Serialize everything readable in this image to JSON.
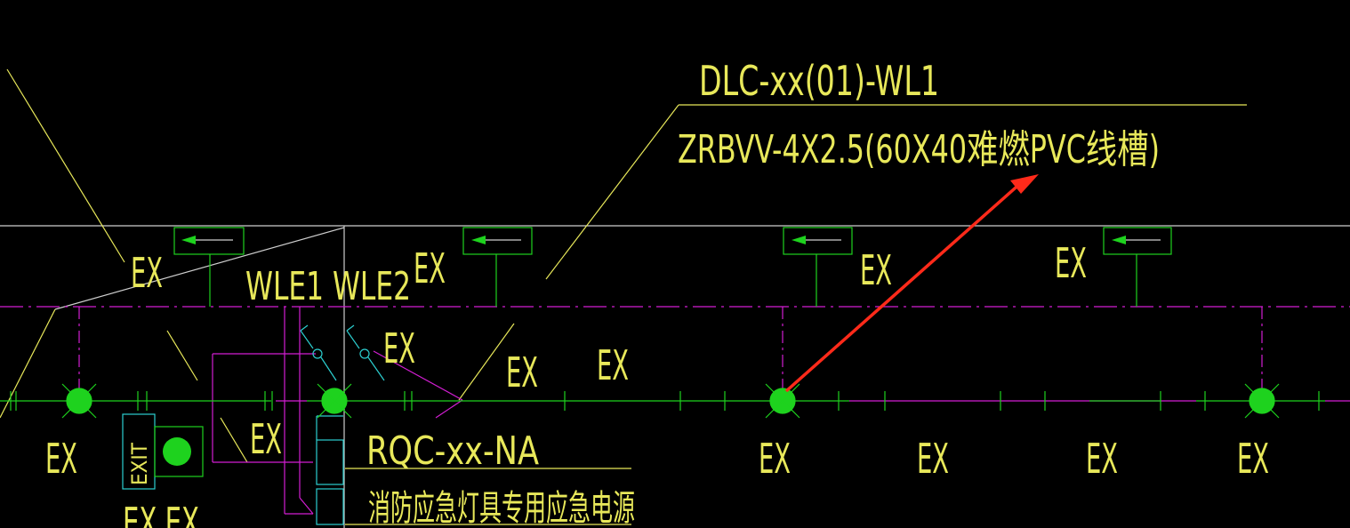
{
  "colors": {
    "background": "#000000",
    "annotation_yellow": "#e8e85a",
    "circuit_green": "#1ed21e",
    "circuit_magenta": "#d21ed2",
    "wall_white": "#cfcfcf",
    "cyan": "#2ccfd0",
    "arrow_red": "#ff2a1a"
  },
  "labels": {
    "cable_id": "DLC-xx(01)-WL1",
    "cable_spec": "ZRBVV-4X2.5(60X40难燃PVC线槽)",
    "circuits": "WLE1 WLE2",
    "panel_id": "RQC-xx-NA",
    "panel_desc": "消防应急灯具专用应急电源",
    "fixture": "EX",
    "exit_sign": "EXIT",
    "bottom_left": "EX EX"
  },
  "icons": {
    "exit_arrow": "left-arrow-icon",
    "light": "green-dot-icon",
    "annotation_arrow": "red-arrow-icon"
  }
}
